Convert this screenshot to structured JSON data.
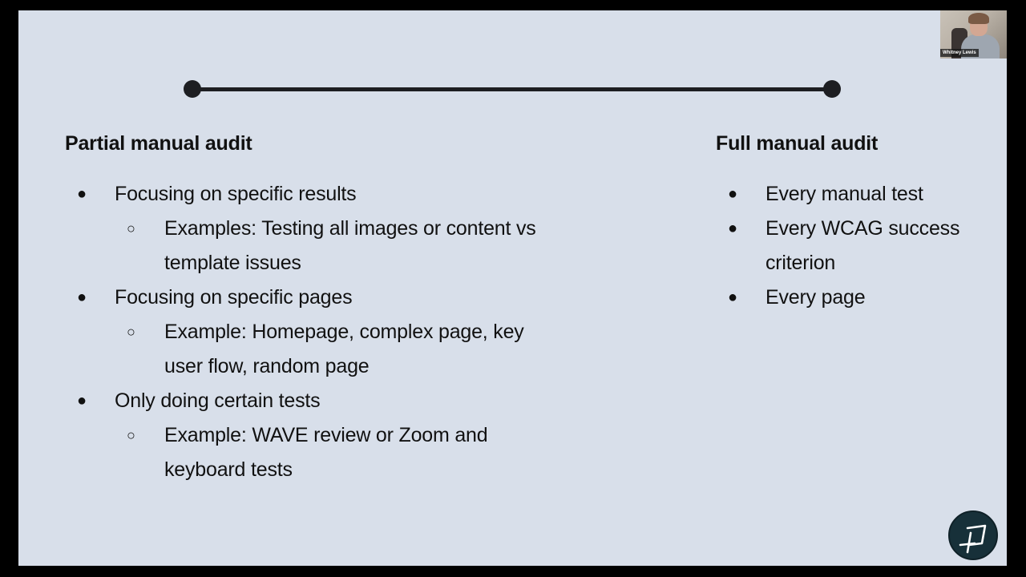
{
  "slide": {
    "background_color": "#d8dfea",
    "timeline": {
      "line_color": "#1d1e22",
      "start_label": "",
      "end_label": ""
    },
    "left_column": {
      "heading": "Partial manual audit",
      "items": [
        {
          "level": 1,
          "bullet": "●",
          "text": "Focusing on specific results"
        },
        {
          "level": 2,
          "bullet": "○",
          "text": "Examples: Testing all images or content vs template issues"
        },
        {
          "level": 1,
          "bullet": "●",
          "text": "Focusing on specific pages"
        },
        {
          "level": 2,
          "bullet": "○",
          "text": "Example: Homepage, complex page, key user flow, random page"
        },
        {
          "level": 1,
          "bullet": "●",
          "text": "Only doing certain tests"
        },
        {
          "level": 2,
          "bullet": "○",
          "text": "Example: WAVE review or Zoom and keyboard tests"
        }
      ]
    },
    "right_column": {
      "heading": "Full manual audit",
      "items": [
        {
          "level": 1,
          "bullet": "●",
          "text": "Every manual test"
        },
        {
          "level": 1,
          "bullet": "●",
          "text": "Every WCAG success criterion"
        },
        {
          "level": 1,
          "bullet": "●",
          "text": "Every page"
        }
      ]
    },
    "logo": {
      "icon": "brand-logo-icon",
      "color": "#173039"
    }
  },
  "webcam": {
    "participant_name": "Whitney Lewis"
  }
}
